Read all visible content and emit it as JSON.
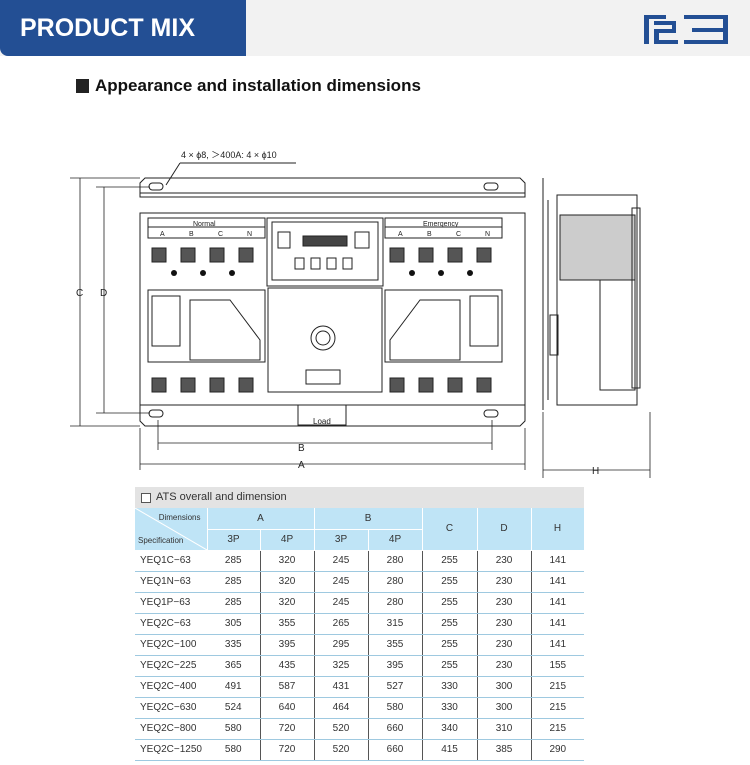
{
  "header": {
    "title": "PRODUCT MIX",
    "logo_text": "R3",
    "accent": "#234f94"
  },
  "section": {
    "title": "Appearance and installation dimensions"
  },
  "drawing": {
    "hole_note": "4 × ϕ8, ＞400A: 4 × ϕ10",
    "normal_label": "Normal",
    "emergency_label": "Emergency",
    "phases": [
      "A",
      "B",
      "C",
      "N"
    ],
    "load_label": "Load",
    "dim_labels": {
      "a": "A",
      "b": "B",
      "c": "C",
      "d": "D",
      "h": "H"
    }
  },
  "table": {
    "caption": "ATS overall and dimension",
    "corner_top": "Dimensions",
    "corner_bottom": "Specification",
    "groups": [
      "A",
      "B",
      "C",
      "D",
      "H"
    ],
    "subheaders": [
      "3P",
      "4P",
      "3P",
      "4P"
    ],
    "rows": [
      [
        "YEQ1C−63",
        "285",
        "320",
        "245",
        "280",
        "255",
        "230",
        "141"
      ],
      [
        "YEQ1N−63",
        "285",
        "320",
        "245",
        "280",
        "255",
        "230",
        "141"
      ],
      [
        "YEQ1P−63",
        "285",
        "320",
        "245",
        "280",
        "255",
        "230",
        "141"
      ],
      [
        "YEQ2C−63",
        "305",
        "355",
        "265",
        "315",
        "255",
        "230",
        "141"
      ],
      [
        "YEQ2C−100",
        "335",
        "395",
        "295",
        "355",
        "255",
        "230",
        "141"
      ],
      [
        "YEQ2C−225",
        "365",
        "435",
        "325",
        "395",
        "255",
        "230",
        "155"
      ],
      [
        "YEQ2C−400",
        "491",
        "587",
        "431",
        "527",
        "330",
        "300",
        "215"
      ],
      [
        "YEQ2C−630",
        "524",
        "640",
        "464",
        "580",
        "330",
        "300",
        "215"
      ],
      [
        "YEQ2C−800",
        "580",
        "720",
        "520",
        "660",
        "340",
        "310",
        "215"
      ],
      [
        "YEQ2C−1250",
        "580",
        "720",
        "520",
        "660",
        "415",
        "385",
        "290"
      ]
    ]
  }
}
